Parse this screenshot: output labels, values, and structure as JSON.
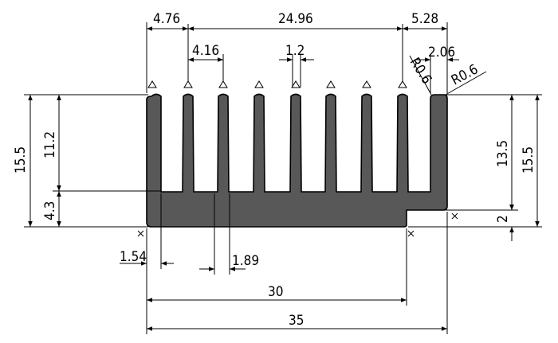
{
  "drawing": {
    "subject": "heat sink extrusion profile",
    "dimensions": {
      "top_left_offset": "4.76",
      "fin_span": "24.96",
      "top_right_offset": "5.28",
      "fin_pitch": "4.16",
      "fin_tip_width": "1.2",
      "step_width": "2.06",
      "radius_left": "R0.6",
      "radius_right": "R0.6",
      "overall_height_left": "15.5",
      "fin_height": "11.2",
      "base_height": "4.3",
      "right_height_inner": "13.5",
      "overall_height_right": "15.5",
      "step_height": "2",
      "fin_base_gap": "1.54",
      "fin_root_width": "1.89",
      "base_length": "30",
      "overall_width": "35"
    },
    "fin_count": 8,
    "colors": {
      "profile_fill": "#585858",
      "line": "#000000"
    }
  }
}
